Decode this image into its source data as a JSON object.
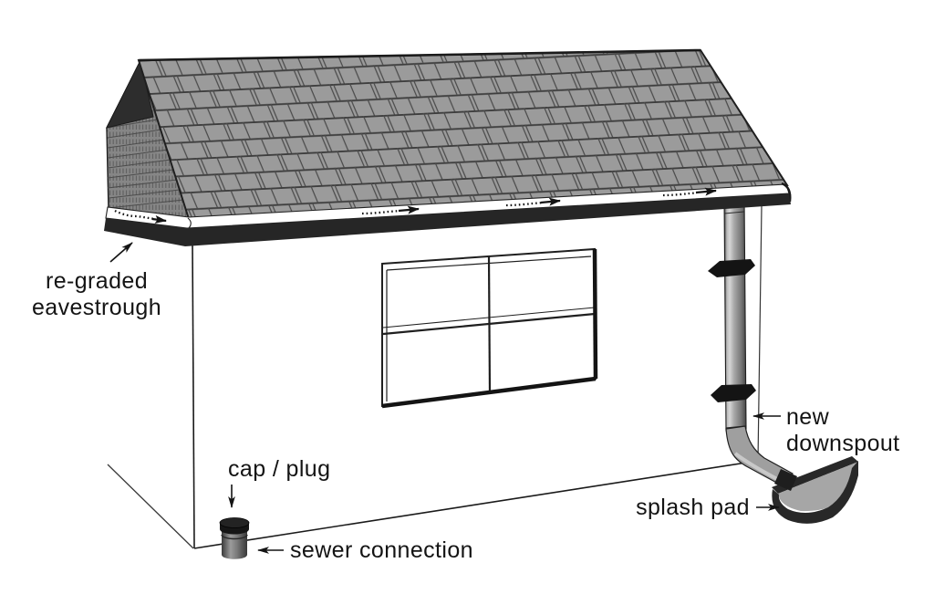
{
  "figure": {
    "description": "Downspout disconnection and eavestrough re-grading illustration of a house",
    "labels": {
      "eavestrough": {
        "line1": "re-graded",
        "line2": "eavestrough"
      },
      "cap_plug": "cap / plug",
      "sewer": "sewer connection",
      "downspout": {
        "line1": "new",
        "line2": "downspout"
      },
      "splash_pad": "splash pad"
    },
    "colors": {
      "background": "#ffffff",
      "ink": "#141414",
      "shingle": "#9b9b9b",
      "shingle_line": "#4a4a4a",
      "gable_shadow": "#2d2d2d",
      "rake_band": "#868686",
      "fascia": "#262626",
      "trough_white": "#ffffff",
      "pipe_highlight": "#d6d6d6",
      "pipe_dark": "#454545",
      "strap": "#141414",
      "pad_top": "#a6a6a6",
      "pad_rim": "#282828",
      "plug_cap": "#161616"
    }
  }
}
